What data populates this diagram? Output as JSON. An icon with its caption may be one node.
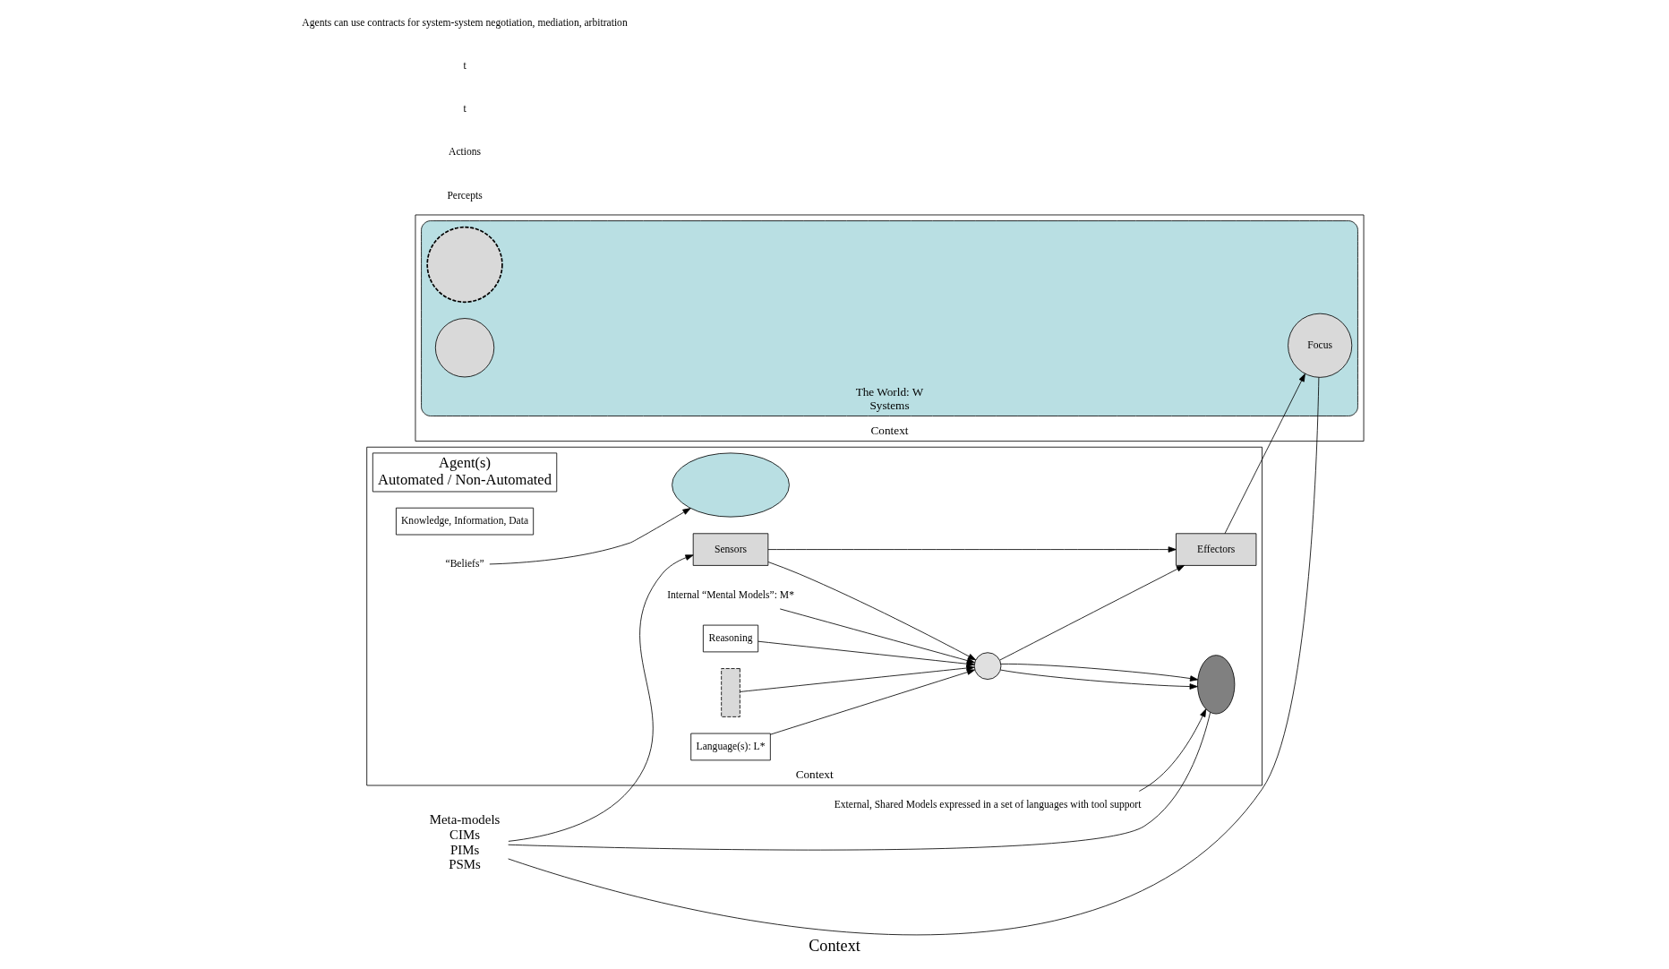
{
  "diagram": {
    "caption": "Context",
    "nodes": [
      {
        "text": [
          "Context"
        ]
      },
      {
        "text": [
          "Agent(s)",
          "Automated / Non-Automated"
        ],
        "in": 0
      },
      {
        "text": [],
        "shape": "ellipse",
        "in": 0
      },
      {
        "text": [
          "Reasoning"
        ],
        "in": 0
      },
      {
        "text": [
          "Knowledge, Information, Data"
        ],
        "in": 0
      },
      {
        "text": [],
        "shape": "box",
        "in": 0
      },
      {
        "text": [],
        "shape": "circle",
        "in": 0
      },
      {
        "text": [
          "Sensors"
        ],
        "in": 0
      },
      {
        "text": [
          "Effectors"
        ],
        "in": 0
      },
      {
        "text": [
          "Language(s): L*"
        ],
        "in": 0
      },
      {
        "text": [],
        "shape": "ellipse",
        "in": 0
      },
      {
        "text": [
          "“Beliefs”"
        ],
        "in": 0
      },
      {
        "text": [
          "Internal “Mental Models”: M*"
        ],
        "in": 0
      },
      {
        "text": [
          "External, Shared Models expressed in a set of languages with tool support"
        ]
      },
      {
        "text": [
          "Meta-models",
          "CIMs",
          "PIMs",
          "PSMs"
        ]
      },
      {
        "text": [
          "Context"
        ]
      },
      {
        "text": [
          "The World: W",
          "Systems"
        ],
        "in": 15
      },
      {
        "text": [],
        "shape": "circle",
        "in": 16
      },
      {
        "text": [
          "Focus"
        ],
        "in": 16
      },
      {
        "text": [],
        "shape": "circle",
        "in": 16
      }
    ],
    "edges": [
      {
        "from": 3,
        "to": 6,
        "arrow": "to"
      },
      {
        "from": 5,
        "to": 6,
        "arrow": "to"
      },
      {
        "from": 7,
        "to": 6,
        "arrow": "to"
      },
      {
        "from": 7,
        "to": 8,
        "arrow": "to"
      },
      {
        "from": 6,
        "to": 8,
        "arrow": "to"
      },
      {
        "from": 9,
        "to": 6,
        "arrow": "to"
      },
      {
        "from": 6,
        "to": 10,
        "arrow": "to"
      },
      {
        "from": 6,
        "to": 10,
        "arrow": "to"
      },
      {
        "from": 14,
        "to": 10,
        "arrow": "none"
      },
      {
        "from": 14,
        "to": 18,
        "arrow": "none"
      },
      {
        "from": 14,
        "to": 7,
        "arrow": "to"
      },
      {
        "from": 8,
        "to": 18,
        "arrow": "to"
      },
      {
        "from": 11,
        "to": 2,
        "arrow": "to"
      },
      {
        "from": 12,
        "to": 6,
        "arrow": "to"
      },
      {
        "from": 13,
        "to": 10,
        "arrow": "to"
      }
    ],
    "labels": [
      "Percepts",
      "Actions",
      "t",
      "t",
      "Agents can use contracts for system-system negotiation, mediation, arbitration"
    ]
  }
}
